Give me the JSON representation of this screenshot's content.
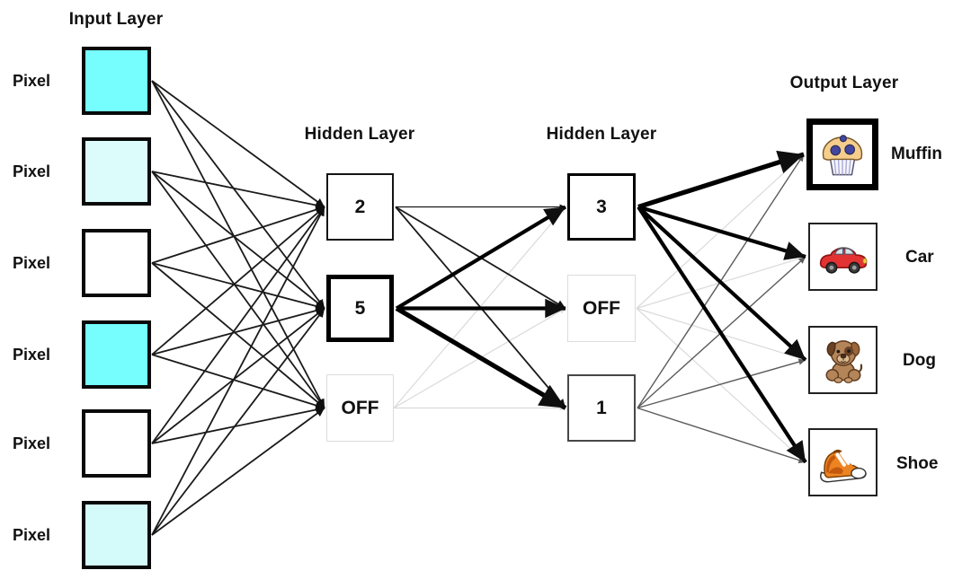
{
  "titles": {
    "input": "Input Layer",
    "hidden1": "Hidden Layer",
    "hidden2": "Hidden Layer",
    "output": "Output Layer"
  },
  "input_layer": {
    "nodes": [
      {
        "label": "Pixel",
        "fill": "#76FEFE",
        "shade": "bright-cyan"
      },
      {
        "label": "Pixel",
        "fill": "#DCFCFC",
        "shade": "pale-cyan"
      },
      {
        "label": "Pixel",
        "fill": "#FFFFFF",
        "shade": "white"
      },
      {
        "label": "Pixel",
        "fill": "#76FEFE",
        "shade": "bright-cyan"
      },
      {
        "label": "Pixel",
        "fill": "#FFFFFF",
        "shade": "white"
      },
      {
        "label": "Pixel",
        "fill": "#D4FAFA",
        "shade": "pale-cyan"
      }
    ]
  },
  "hidden_layer_1": {
    "nodes": [
      {
        "id": "2",
        "value": "2",
        "emphasis": "normal"
      },
      {
        "id": "5",
        "value": "5",
        "emphasis": "strong"
      },
      {
        "id": "OFF1",
        "value": "OFF",
        "emphasis": "off"
      }
    ]
  },
  "hidden_layer_2": {
    "nodes": [
      {
        "id": "3",
        "value": "3",
        "emphasis": "strong"
      },
      {
        "id": "OFF2",
        "value": "OFF",
        "emphasis": "off"
      },
      {
        "id": "1",
        "value": "1",
        "emphasis": "weak"
      }
    ]
  },
  "output_layer": {
    "nodes": [
      {
        "id": "Muffin",
        "label": "Muffin",
        "icon": "muffin-icon",
        "highlighted": true
      },
      {
        "id": "Car",
        "label": "Car",
        "icon": "car-icon",
        "highlighted": false
      },
      {
        "id": "Dog",
        "label": "Dog",
        "icon": "dog-icon",
        "highlighted": false
      },
      {
        "id": "Shoe",
        "label": "Shoe",
        "icon": "shoe-icon",
        "highlighted": false
      }
    ]
  },
  "edges": [
    {
      "from": "in1",
      "to": "2",
      "weight": "normal"
    },
    {
      "from": "in1",
      "to": "5",
      "weight": "normal"
    },
    {
      "from": "in1",
      "to": "OFF1",
      "weight": "normal"
    },
    {
      "from": "in2",
      "to": "2",
      "weight": "normal"
    },
    {
      "from": "in2",
      "to": "5",
      "weight": "normal"
    },
    {
      "from": "in2",
      "to": "OFF1",
      "weight": "normal"
    },
    {
      "from": "in3",
      "to": "2",
      "weight": "normal"
    },
    {
      "from": "in3",
      "to": "5",
      "weight": "normal"
    },
    {
      "from": "in3",
      "to": "OFF1",
      "weight": "normal"
    },
    {
      "from": "in4",
      "to": "2",
      "weight": "normal"
    },
    {
      "from": "in4",
      "to": "5",
      "weight": "normal"
    },
    {
      "from": "in4",
      "to": "OFF1",
      "weight": "normal"
    },
    {
      "from": "in5",
      "to": "2",
      "weight": "normal"
    },
    {
      "from": "in5",
      "to": "5",
      "weight": "normal"
    },
    {
      "from": "in5",
      "to": "OFF1",
      "weight": "normal"
    },
    {
      "from": "in6",
      "to": "2",
      "weight": "normal"
    },
    {
      "from": "in6",
      "to": "5",
      "weight": "normal"
    },
    {
      "from": "in6",
      "to": "OFF1",
      "weight": "normal"
    },
    {
      "from": "2",
      "to": "3",
      "weight": "thin"
    },
    {
      "from": "2",
      "to": "OFF2",
      "weight": "normal"
    },
    {
      "from": "2",
      "to": "1",
      "weight": "normal"
    },
    {
      "from": "5",
      "to": "3",
      "weight": "heavy"
    },
    {
      "from": "5",
      "to": "OFF2",
      "weight": "heavy"
    },
    {
      "from": "5",
      "to": "1",
      "weight": "xheavy"
    },
    {
      "from": "OFF1",
      "to": "3",
      "weight": "faint"
    },
    {
      "from": "OFF1",
      "to": "OFF2",
      "weight": "faint"
    },
    {
      "from": "OFF1",
      "to": "1",
      "weight": "faint"
    },
    {
      "from": "3",
      "to": "Muffin",
      "weight": "xheavy"
    },
    {
      "from": "3",
      "to": "Car",
      "weight": "heavy"
    },
    {
      "from": "3",
      "to": "Dog",
      "weight": "heavy"
    },
    {
      "from": "3",
      "to": "Shoe",
      "weight": "heavy"
    },
    {
      "from": "OFF2",
      "to": "Muffin",
      "weight": "faint"
    },
    {
      "from": "OFF2",
      "to": "Car",
      "weight": "faint"
    },
    {
      "from": "OFF2",
      "to": "Dog",
      "weight": "faint"
    },
    {
      "from": "OFF2",
      "to": "Shoe",
      "weight": "faint"
    },
    {
      "from": "1",
      "to": "Muffin",
      "weight": "gray"
    },
    {
      "from": "1",
      "to": "Car",
      "weight": "gray"
    },
    {
      "from": "1",
      "to": "Dog",
      "weight": "gray"
    },
    {
      "from": "1",
      "to": "Shoe",
      "weight": "gray"
    }
  ],
  "colors": {
    "edge_dark": "#1a1a1a",
    "edge_black": "#000000",
    "edge_faint": "#DADADA",
    "edge_gray": "#5b5b5b",
    "bright_cyan": "#76FEFE",
    "pale_cyan": "#DCFCFC",
    "box_border": "#0a0a0a"
  }
}
